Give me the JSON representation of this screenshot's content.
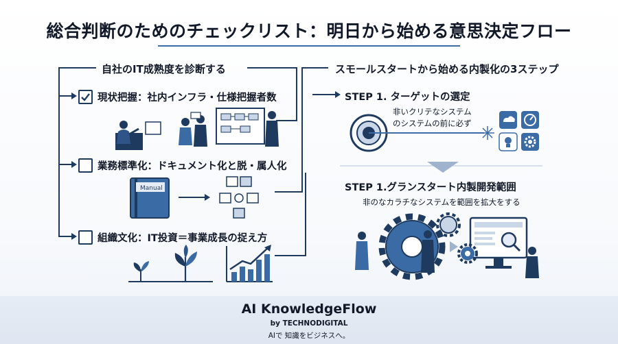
{
  "title": "総合判断のためのチェックリスト：明日から始める意思決定フロー",
  "left": {
    "heading": "自社のIT成熟度を診断する",
    "items": [
      {
        "label": "現状把握：社内インフラ・仕様把握者数",
        "checked": true
      },
      {
        "label": "業務標準化：ドキュメント化と脱・属人化",
        "checked": false,
        "book_label": "Manual"
      },
      {
        "label": "組織文化：IT投資＝事業成長の捉え方",
        "checked": false
      }
    ]
  },
  "right": {
    "heading": "スモールスタートから始める内製化の3ステップ",
    "step1": {
      "title": "STEP 1. ターゲットの選定",
      "desc_line1": "非いクリテなシステム",
      "desc_line2": "のシステムの前に必ず"
    },
    "step2": {
      "title": "STEP 1.グランスタート内製開発範囲",
      "desc": "非のなカラチなシステムを範囲を拡大をする"
    }
  },
  "footer": {
    "brand": "AI KnowledgeFlow",
    "by": "by TECHNODIGITAL",
    "tagline": "AIで 知識をビジネスへ。"
  },
  "colors": {
    "navy": "#1e3a5f",
    "accent": "#3b6ba5",
    "light": "#c9d6e8"
  }
}
